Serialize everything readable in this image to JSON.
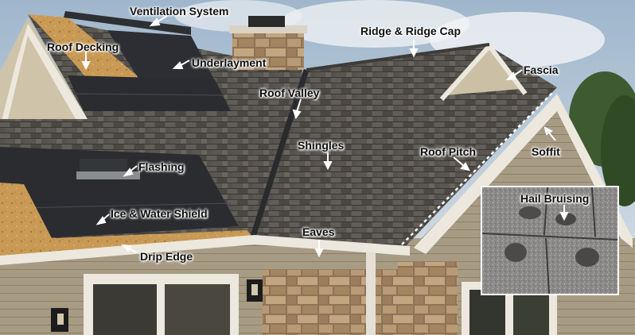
{
  "labels": {
    "ventilation_system": "Ventilation System",
    "roof_decking": "Roof Decking",
    "underlayment": "Underlayment",
    "ridge_ridge_cap": "Ridge & Ridge Cap",
    "fascia": "Fascia",
    "roof_valley": "Roof Valley",
    "shingles": "Shingles",
    "roof_pitch": "Roof Pitch",
    "soffit": "Soffit",
    "flashing": "Flashing",
    "ice_water_shield": "Ice & Water Shield",
    "hail_bruising": "Hail Bruising",
    "eaves": "Eaves",
    "drip_edge": "Drip Edge"
  },
  "colors": {
    "sky": "#c9d6e2",
    "shingle_dark": "#4a4a4a",
    "shingle_mid": "#5d5a55",
    "decking": "#c89a55",
    "underlayment": "#2a2c30",
    "siding": "#a79a84",
    "trim": "#e8e4da",
    "stone": "#a88966"
  },
  "icons": [
    "arrow-icon"
  ]
}
